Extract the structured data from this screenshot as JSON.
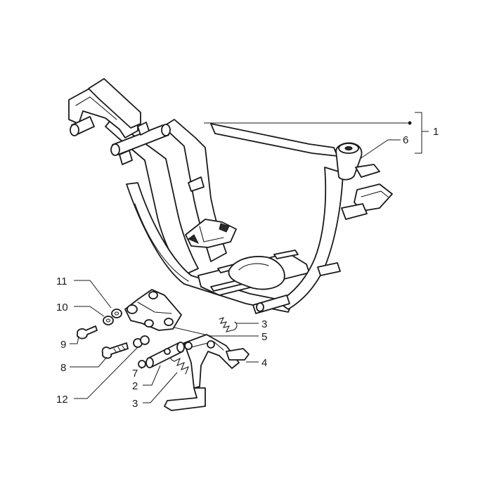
{
  "diagram": {
    "callouts": {
      "c1": "1",
      "c6": "6",
      "c11": "11",
      "c10": "10",
      "c9": "9",
      "c8": "8",
      "c12": "12",
      "c7": "7",
      "c2": "2",
      "c3a": "3",
      "c5": "5",
      "c3b": "3",
      "c4": "4"
    }
  }
}
